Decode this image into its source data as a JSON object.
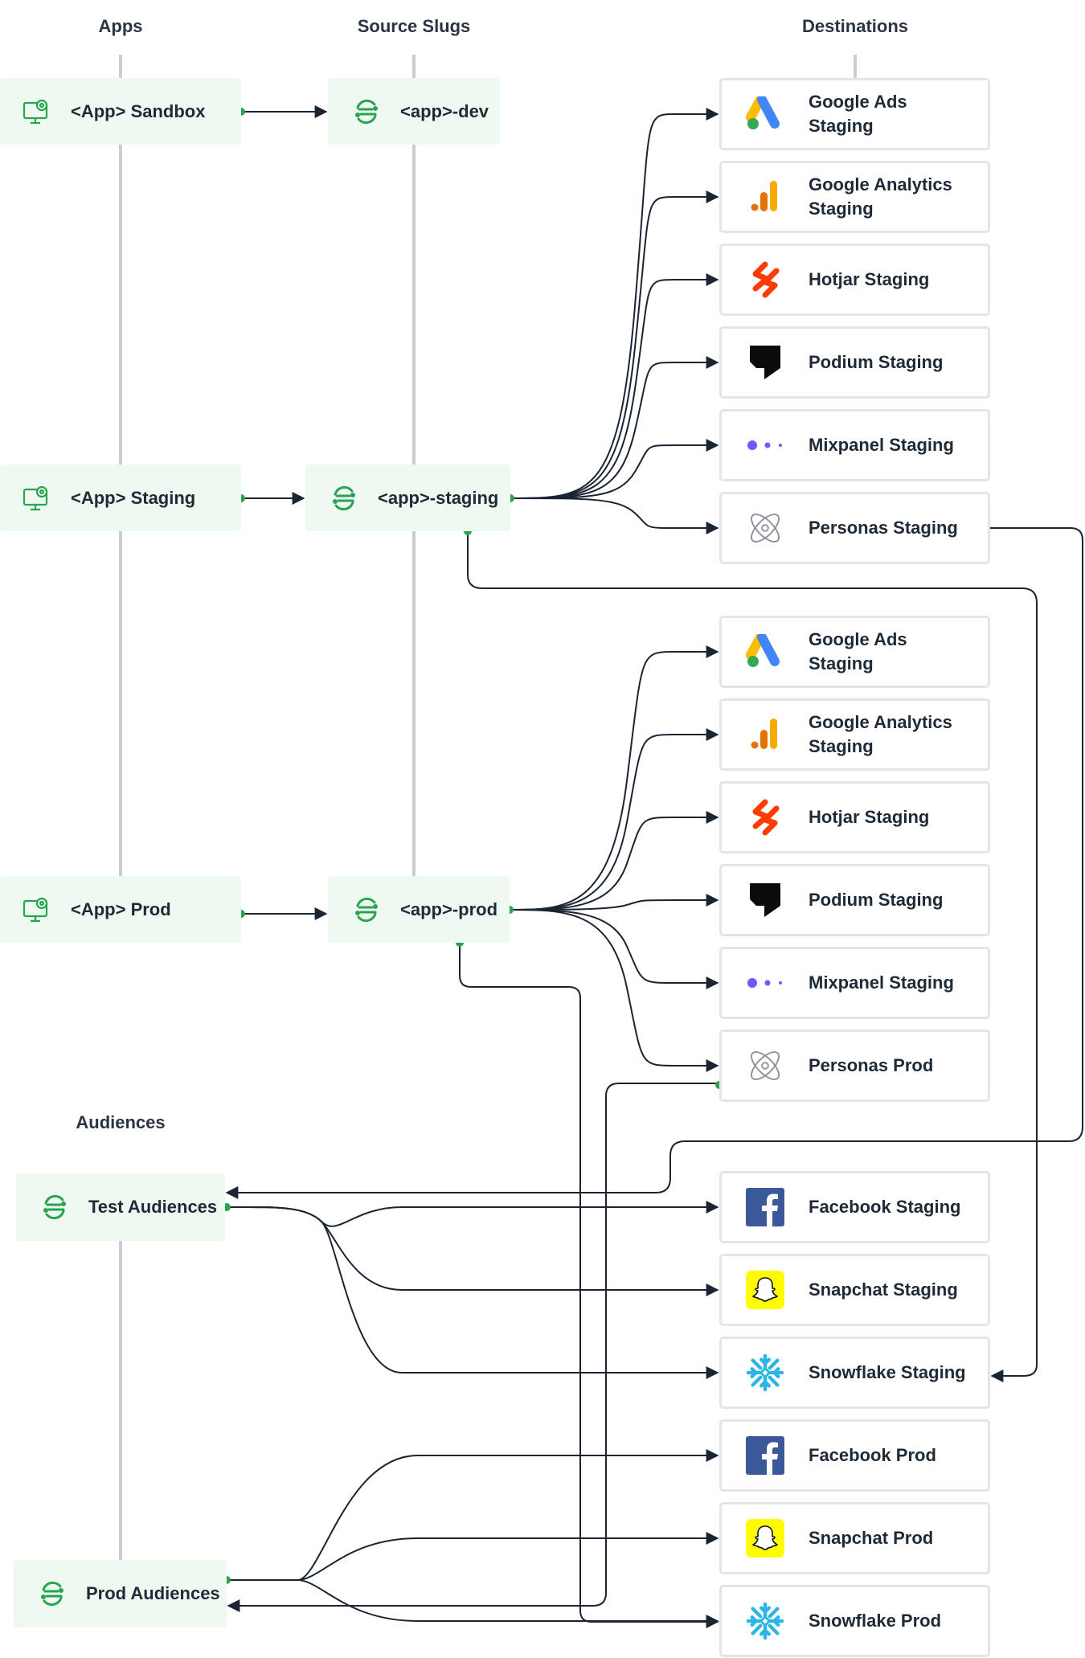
{
  "headers": {
    "apps": "Apps",
    "source_slugs": "Source Slugs",
    "destinations": "Destinations",
    "audiences": "Audiences"
  },
  "apps": [
    {
      "id": "app-sandbox",
      "label": "<App> Sandbox",
      "icon": "app-settings-icon"
    },
    {
      "id": "app-staging",
      "label": "<App> Staging",
      "icon": "app-settings-icon"
    },
    {
      "id": "app-prod",
      "label": "<App> Prod",
      "icon": "app-settings-icon"
    }
  ],
  "sources": [
    {
      "id": "src-dev",
      "label": "<app>-dev",
      "icon": "segment-source-icon"
    },
    {
      "id": "src-staging",
      "label": "<app>-staging",
      "icon": "segment-source-icon"
    },
    {
      "id": "src-prod",
      "label": "<app>-prod",
      "icon": "segment-source-icon"
    }
  ],
  "audiences": [
    {
      "id": "aud-test",
      "label": "Test Audiences",
      "icon": "segment-source-icon"
    },
    {
      "id": "aud-prod",
      "label": "Prod Audiences",
      "icon": "segment-source-icon"
    }
  ],
  "destinations": [
    {
      "id": "d-gads-1",
      "label": "Google Ads Staging",
      "icon": "google-ads-icon"
    },
    {
      "id": "d-ga-1",
      "label": "Google Analytics Staging",
      "icon": "google-analytics-icon"
    },
    {
      "id": "d-hotjar-1",
      "label": "Hotjar Staging",
      "icon": "hotjar-icon"
    },
    {
      "id": "d-podium-1",
      "label": "Podium Staging",
      "icon": "podium-icon"
    },
    {
      "id": "d-mixpanel-1",
      "label": "Mixpanel Staging",
      "icon": "mixpanel-icon"
    },
    {
      "id": "d-personas-1",
      "label": "Personas Staging",
      "icon": "personas-icon"
    },
    {
      "id": "d-gads-2",
      "label": "Google Ads Staging",
      "icon": "google-ads-icon"
    },
    {
      "id": "d-ga-2",
      "label": "Google Analytics Staging",
      "icon": "google-analytics-icon"
    },
    {
      "id": "d-hotjar-2",
      "label": "Hotjar Staging",
      "icon": "hotjar-icon"
    },
    {
      "id": "d-podium-2",
      "label": "Podium Staging",
      "icon": "podium-icon"
    },
    {
      "id": "d-mixpanel-2",
      "label": "Mixpanel Staging",
      "icon": "mixpanel-icon"
    },
    {
      "id": "d-personas-2",
      "label": "Personas Prod",
      "icon": "personas-icon"
    },
    {
      "id": "d-fb-1",
      "label": "Facebook Staging",
      "icon": "facebook-icon"
    },
    {
      "id": "d-snap-1",
      "label": "Snapchat Staging",
      "icon": "snapchat-icon"
    },
    {
      "id": "d-snow-1",
      "label": "Snowflake Staging",
      "icon": "snowflake-icon"
    },
    {
      "id": "d-fb-2",
      "label": "Facebook Prod",
      "icon": "facebook-icon"
    },
    {
      "id": "d-snap-2",
      "label": "Snapchat Prod",
      "icon": "snapchat-icon"
    },
    {
      "id": "d-snow-2",
      "label": "Snowflake Prod",
      "icon": "snowflake-icon"
    }
  ],
  "colors": {
    "node_fill": "#eefaf1",
    "accent_green": "#2aa350",
    "wire": "#1b2433",
    "rail": "#c9ccd3"
  }
}
